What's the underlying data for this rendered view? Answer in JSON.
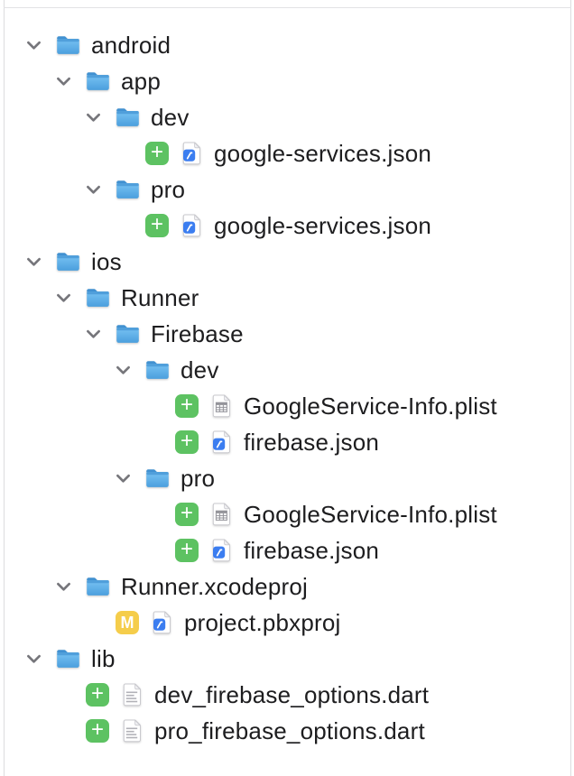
{
  "panel": {
    "border_color": "#dcdcdf"
  },
  "colors": {
    "text": "#1d1d1f",
    "chevron": "#76767b",
    "folder_blue_light": "#79C3F3",
    "folder_blue_dark": "#4B9FDD",
    "badge_added_green": "#5DC262",
    "badge_modified_yellow": "#F5CD4B",
    "json_badge_blue": "#3B7DF0"
  },
  "tree": {
    "badges": {
      "added": {
        "label": "+",
        "color": "#5DC262",
        "icon_name": "plus-added-badge"
      },
      "modified": {
        "label": "M",
        "color": "#F5CD4B",
        "icon_name": "m-modified-badge"
      }
    },
    "icons": {
      "chevron": "chevron-down-icon",
      "folder": "blue-folder-icon",
      "json": "json-file-icon",
      "plist": "plist-file-icon",
      "text": "text-file-icon"
    },
    "rows": [
      {
        "type": "folder",
        "level": 0,
        "label": "android"
      },
      {
        "type": "folder",
        "level": 1,
        "label": "app"
      },
      {
        "type": "folder",
        "level": 2,
        "label": "dev"
      },
      {
        "type": "file",
        "level": 3,
        "label": "google-services.json",
        "badge": "added",
        "icon": "json"
      },
      {
        "type": "folder",
        "level": 2,
        "label": "pro"
      },
      {
        "type": "file",
        "level": 3,
        "label": "google-services.json",
        "badge": "added",
        "icon": "json"
      },
      {
        "type": "folder",
        "level": 0,
        "label": "ios"
      },
      {
        "type": "folder",
        "level": 1,
        "label": "Runner"
      },
      {
        "type": "folder",
        "level": 2,
        "label": "Firebase"
      },
      {
        "type": "folder",
        "level": 3,
        "label": "dev"
      },
      {
        "type": "file",
        "level": 4,
        "label": "GoogleService-Info.plist",
        "badge": "added",
        "icon": "plist"
      },
      {
        "type": "file",
        "level": 4,
        "label": "firebase.json",
        "badge": "added",
        "icon": "json"
      },
      {
        "type": "folder",
        "level": 3,
        "label": "pro"
      },
      {
        "type": "file",
        "level": 4,
        "label": "GoogleService-Info.plist",
        "badge": "added",
        "icon": "plist"
      },
      {
        "type": "file",
        "level": 4,
        "label": "firebase.json",
        "badge": "added",
        "icon": "json"
      },
      {
        "type": "folder",
        "level": 1,
        "label": "Runner.xcodeproj"
      },
      {
        "type": "file",
        "level": 2,
        "label": "project.pbxproj",
        "badge": "modified",
        "icon": "json"
      },
      {
        "type": "folder",
        "level": 0,
        "label": "lib"
      },
      {
        "type": "file",
        "level": 1,
        "label": "dev_firebase_options.dart",
        "badge": "added",
        "icon": "text"
      },
      {
        "type": "file",
        "level": 1,
        "label": "pro_firebase_options.dart",
        "badge": "added",
        "icon": "text"
      }
    ]
  }
}
